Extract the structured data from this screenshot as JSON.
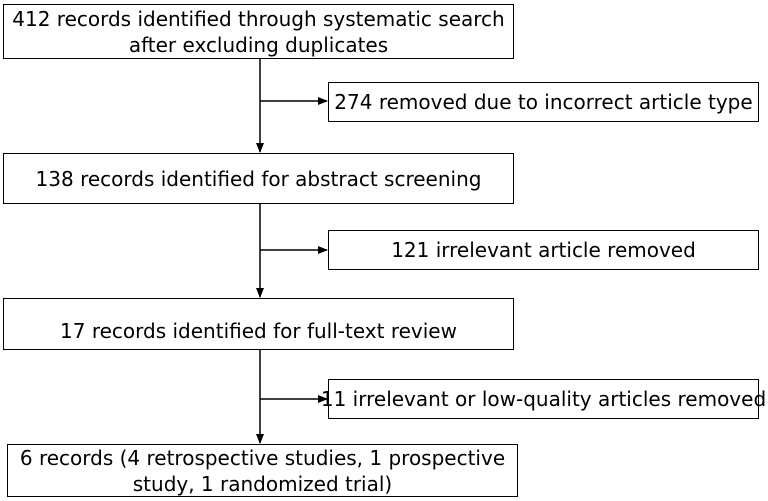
{
  "flow": {
    "step1": {
      "line1": "412 records identified through systematic search",
      "line2": "after excluding duplicates"
    },
    "removed1": "274 removed due to incorrect article type",
    "step2": "138 records identified for abstract screening",
    "removed2": "121 irrelevant article removed",
    "step3": "17 records identified for full-text review",
    "removed3": "11 irrelevant or low-quality articles removed",
    "step4": {
      "line1": "6 records (4 retrospective studies, 1 prospective",
      "line2": "study, 1 randomized trial)"
    }
  }
}
